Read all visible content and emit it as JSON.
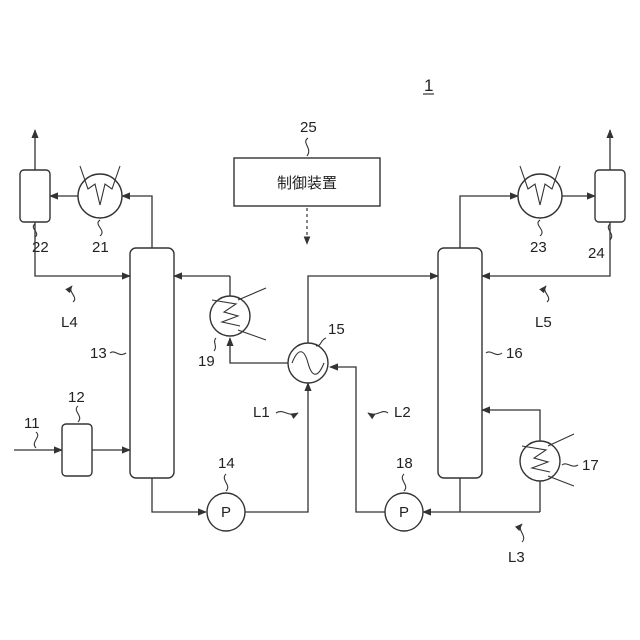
{
  "figure_number": "1",
  "control_device": {
    "ref": "25",
    "label": "制御装置"
  },
  "refs": {
    "feed_line": "11",
    "preheater": "12",
    "column_1": "13",
    "pump_1": "14",
    "heat_exchanger": "15",
    "column_2": "16",
    "reboiler_2": "17",
    "pump_2": "18",
    "reboiler_1": "19",
    "condenser_1": "21",
    "drum_1": "22",
    "condenser_2": "23",
    "drum_2": "24"
  },
  "lines": {
    "l1": "L1",
    "l2": "L2",
    "l3": "L3",
    "l4": "L4",
    "l5": "L5"
  },
  "pump_symbol": "P"
}
